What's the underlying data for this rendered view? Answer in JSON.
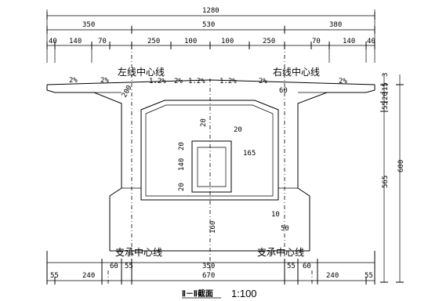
{
  "section_title": "Ⅱ－Ⅱ截面",
  "scale": "1:100",
  "labels": {
    "left_line_center": "左线中心线",
    "right_line_center": "右线中心线",
    "bearing_center_left": "支承中心线",
    "bearing_center_right": "支承中心线"
  },
  "dims_top": {
    "total": "1280",
    "seg_left": "350",
    "seg_mid": "530",
    "seg_right": "380",
    "row3": [
      "40",
      "140",
      "70",
      "250",
      "100",
      "100",
      "250",
      "70",
      "140",
      "40"
    ]
  },
  "slopes": {
    "left_outer": "2%",
    "left_inner": "2%",
    "mid_left": "1.2%",
    "mid_right": "1.2%",
    "right_inner": "2%",
    "right_outer": "2%"
  },
  "dims_inner": {
    "web_top": "20",
    "web_left": "20",
    "inner_width": "165",
    "h1": "20",
    "h2": "140",
    "h3": "20",
    "bottom_h": "160",
    "haunch_l": "200",
    "haunch_r": "60",
    "corner_r": "10",
    "corner_r2": "50"
  },
  "dims_right": {
    "top": "3",
    "d1": "15",
    "d2": "20",
    "d3": "55",
    "body": "565",
    "total": "600"
  },
  "dims_bottom": {
    "seg1": "55",
    "seg2": "240",
    "seg3": "60",
    "seg4": "55",
    "seg5": "350",
    "seg6": "55",
    "seg7": "60",
    "seg8": "240",
    "seg9": "55",
    "total_mid": "670"
  }
}
